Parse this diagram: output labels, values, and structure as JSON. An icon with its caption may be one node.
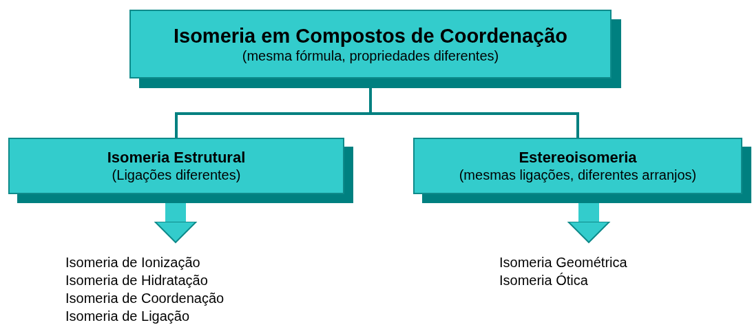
{
  "diagram": {
    "nodes": [
      {
        "text": [
          "Isomeria em Compostos de Coordenação",
          "(mesma fórmula, propriedades diferentes)"
        ]
      },
      {
        "text": [
          "Isomeria Estrutural",
          "(Ligações diferentes)"
        ]
      },
      {
        "text": [
          "Estereoisomeria",
          "(mesmas ligações, diferentes arranjos)"
        ]
      },
      {
        "text": [
          "Isomeria de Ionização",
          "Isomeria de Hidratação",
          "Isomeria de Coordenação",
          "Isomeria de Ligação"
        ]
      },
      {
        "text": [
          "Isomeria Geométrica",
          "Isomeria Ótica"
        ]
      }
    ],
    "edges": [
      {
        "from": 0,
        "to": 1,
        "arrow": "none"
      },
      {
        "from": 0,
        "to": 2,
        "arrow": "none"
      },
      {
        "from": 1,
        "to": 3,
        "arrow": "to",
        "style": "thick"
      },
      {
        "from": 2,
        "to": 4,
        "arrow": "to",
        "style": "thick"
      }
    ]
  }
}
